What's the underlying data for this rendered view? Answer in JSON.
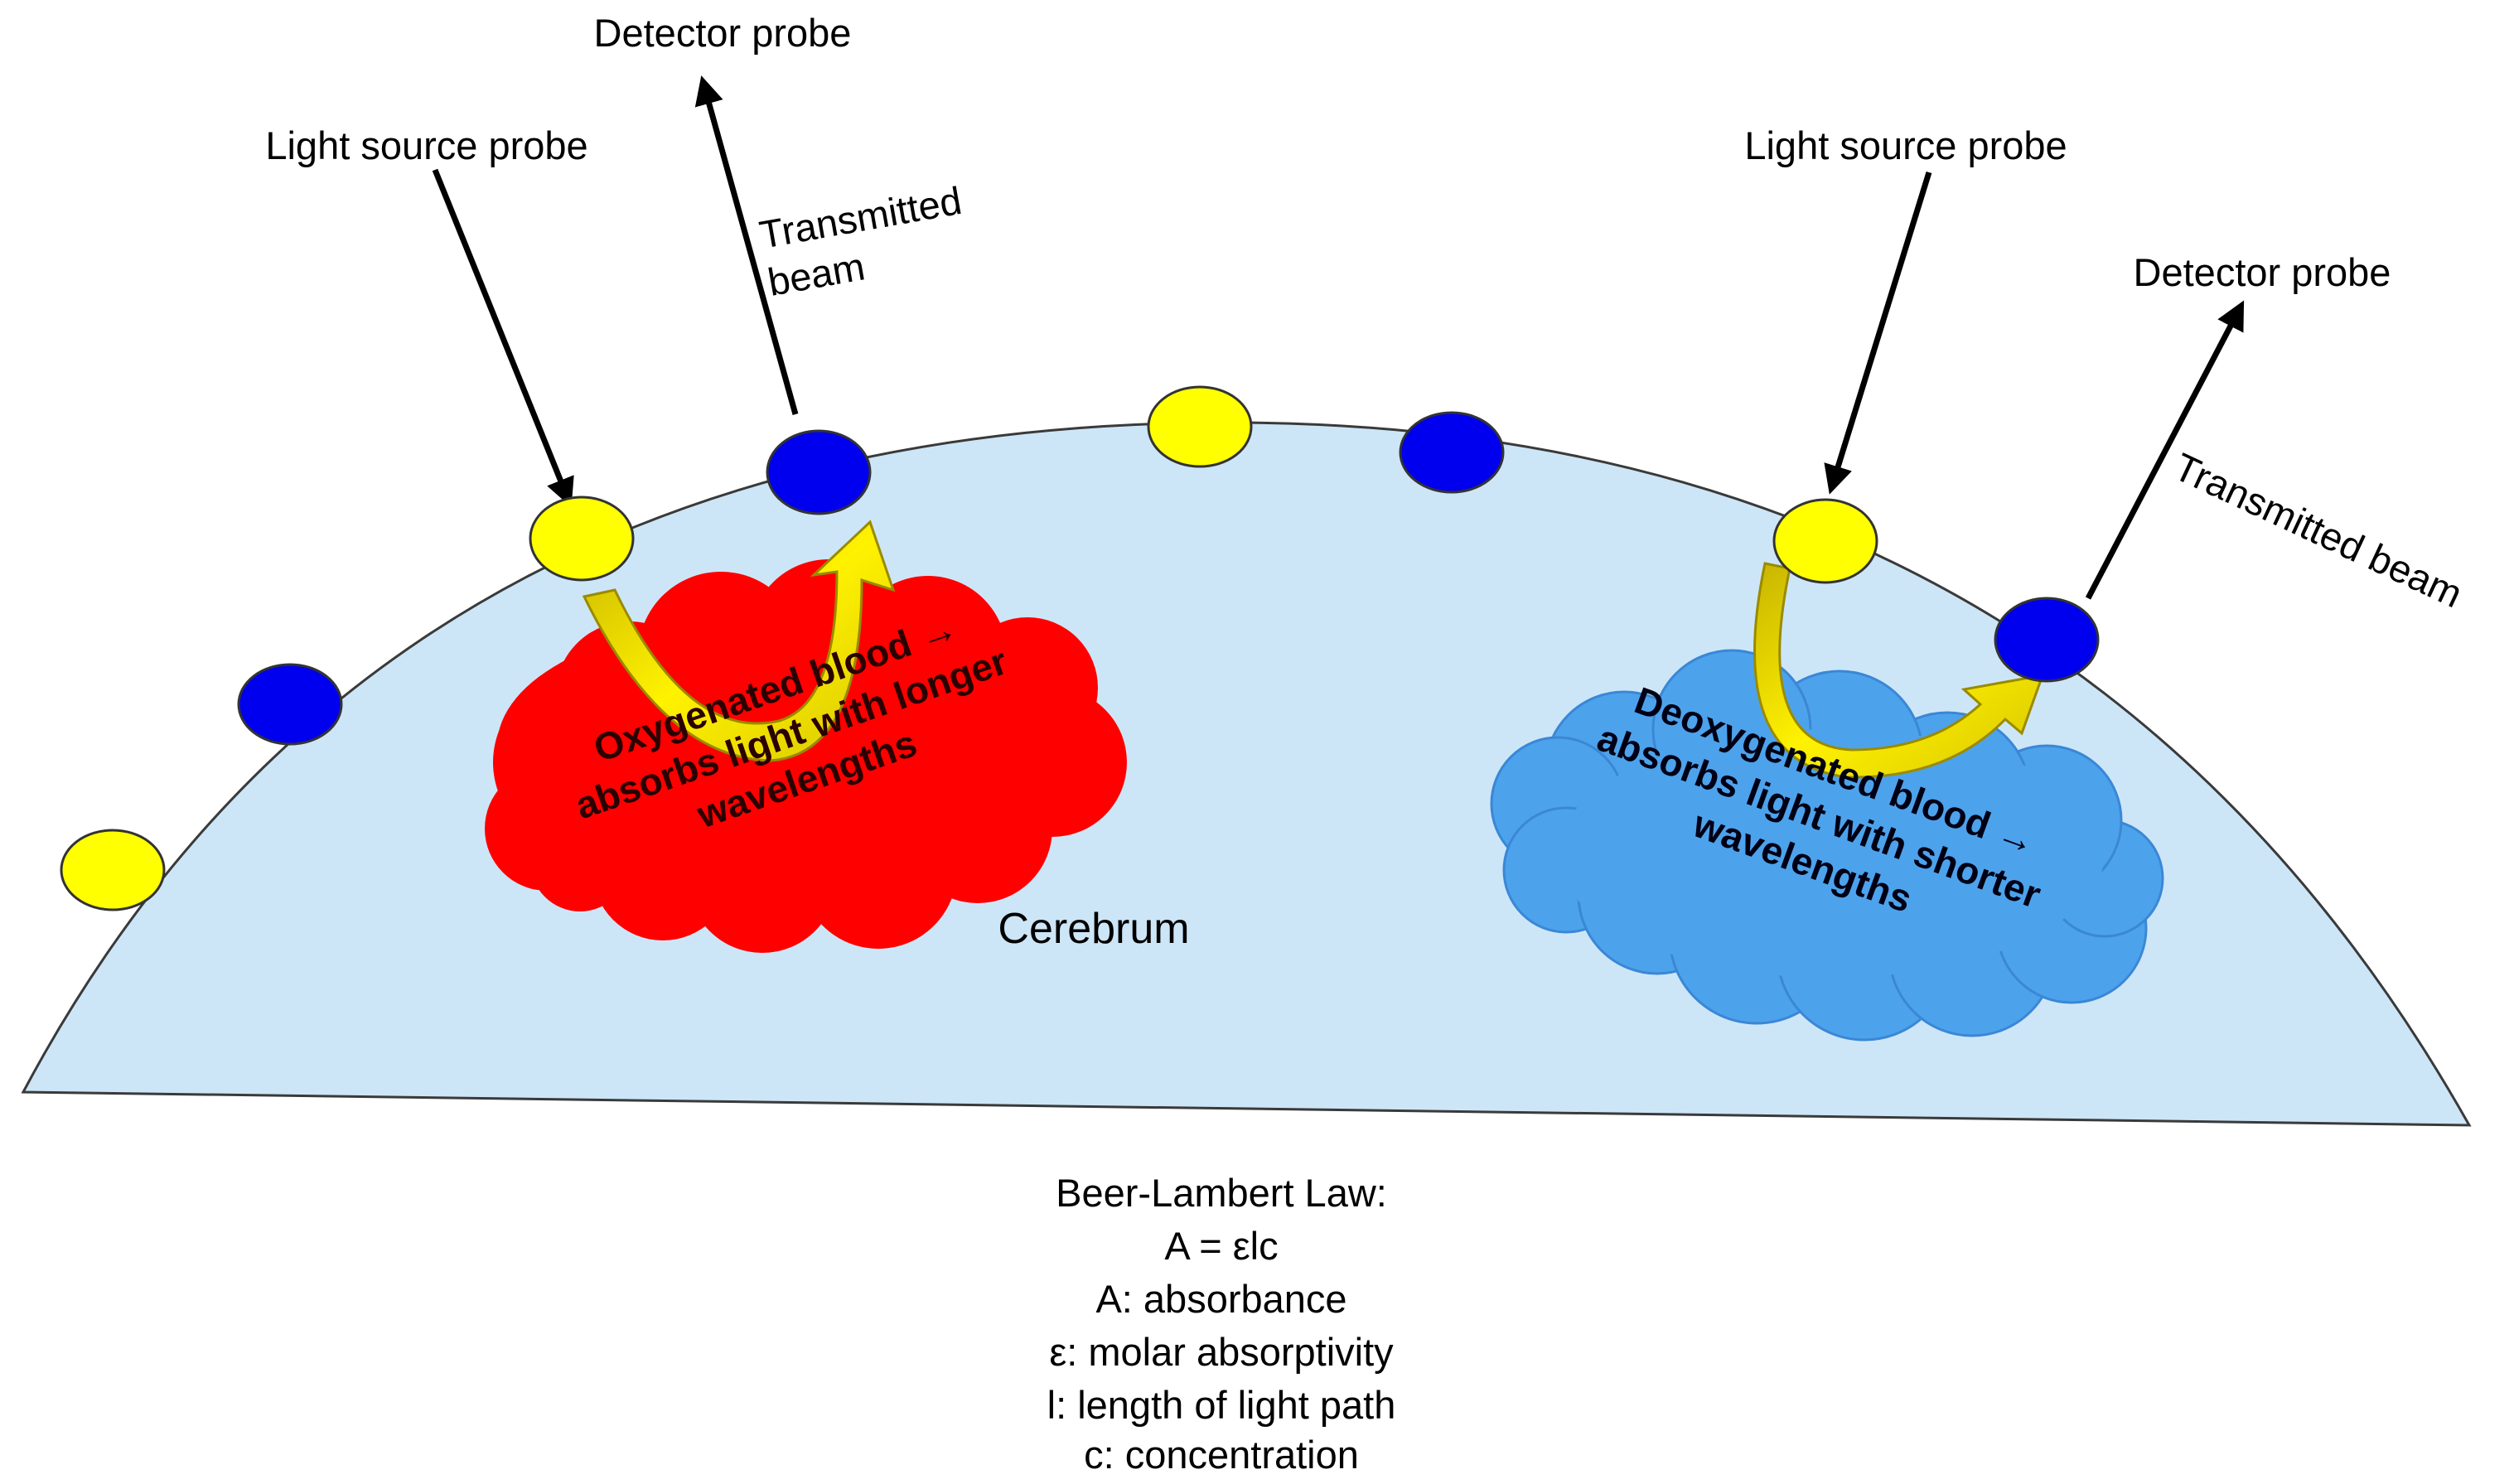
{
  "colors": {
    "cerebrum_fill": "#cde6f7",
    "cerebrum_stroke": "#3a3a3a",
    "source_probe": "#ffff00",
    "detector_probe": "#0000ee",
    "oxygenated_cloud": "#ff0000",
    "deoxygenated_cloud": "#4da2ec",
    "curved_arrow": "#e6d800",
    "arrow": "#000000"
  },
  "labels": {
    "left_source": "Light source probe",
    "left_detector": "Detector probe",
    "left_transmitted_1": "Transmitted",
    "left_transmitted_2": "beam",
    "right_source": "Light source probe",
    "right_detector": "Detector probe",
    "right_transmitted": "Transmitted beam",
    "cerebrum": "Cerebrum"
  },
  "clouds": {
    "oxygenated": {
      "line1": "Oxygenated blood →",
      "line2": "absorbs light with longer",
      "line3": "wavelengths"
    },
    "deoxygenated": {
      "line1": "Deoxygenated blood →",
      "line2": "absorbs light with shorter",
      "line3": "wavelengths"
    }
  },
  "beer_lambert": {
    "title": "Beer-Lambert Law:",
    "formula": "A = εlc",
    "a": "A: absorbance",
    "e": "ε: molar absorptivity",
    "l": "l: length of light path",
    "c": "c: concentration"
  }
}
